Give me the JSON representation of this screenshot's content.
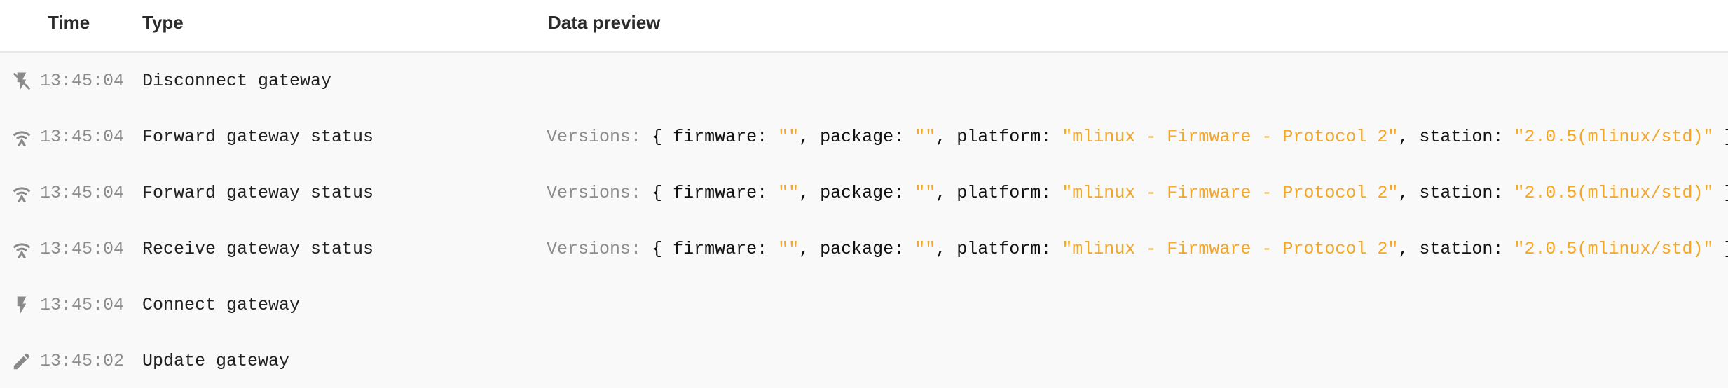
{
  "header": {
    "time_label": "Time",
    "type_label": "Type",
    "data_label": "Data preview"
  },
  "colors": {
    "string_value": "#f5a623",
    "muted": "#8c8c8c",
    "icon": "#8a8a8a"
  },
  "rows": [
    {
      "icon": "disconnect-bolt-icon",
      "time": "13:45:04",
      "type": "Disconnect gateway",
      "preview": null
    },
    {
      "icon": "gateway-signal-icon",
      "time": "13:45:04",
      "type": "Forward gateway status",
      "preview": {
        "label": "Versions:",
        "open": "{",
        "k1": "firmware:",
        "v1": "\"\"",
        "k2": "package:",
        "v2": "\"\"",
        "k3": "platform:",
        "v3": "\"mlinux - Firmware - Protocol 2\"",
        "k4": "station:",
        "v4": "\"2.0.5(mlinux/std)\"",
        "close": "}"
      }
    },
    {
      "icon": "gateway-signal-icon",
      "time": "13:45:04",
      "type": "Forward gateway status",
      "preview": {
        "label": "Versions:",
        "open": "{",
        "k1": "firmware:",
        "v1": "\"\"",
        "k2": "package:",
        "v2": "\"\"",
        "k3": "platform:",
        "v3": "\"mlinux - Firmware - Protocol 2\"",
        "k4": "station:",
        "v4": "\"2.0.5(mlinux/std)\"",
        "close": "}"
      }
    },
    {
      "icon": "gateway-signal-icon",
      "time": "13:45:04",
      "type": "Receive gateway status",
      "preview": {
        "label": "Versions:",
        "open": "{",
        "k1": "firmware:",
        "v1": "\"\"",
        "k2": "package:",
        "v2": "\"\"",
        "k3": "platform:",
        "v3": "\"mlinux - Firmware - Protocol 2\"",
        "k4": "station:",
        "v4": "\"2.0.5(mlinux/std)\"",
        "close": "}"
      }
    },
    {
      "icon": "connect-bolt-icon",
      "time": "13:45:04",
      "type": "Connect gateway",
      "preview": null
    },
    {
      "icon": "pencil-edit-icon",
      "time": "13:45:02",
      "type": "Update gateway",
      "preview": null
    }
  ]
}
